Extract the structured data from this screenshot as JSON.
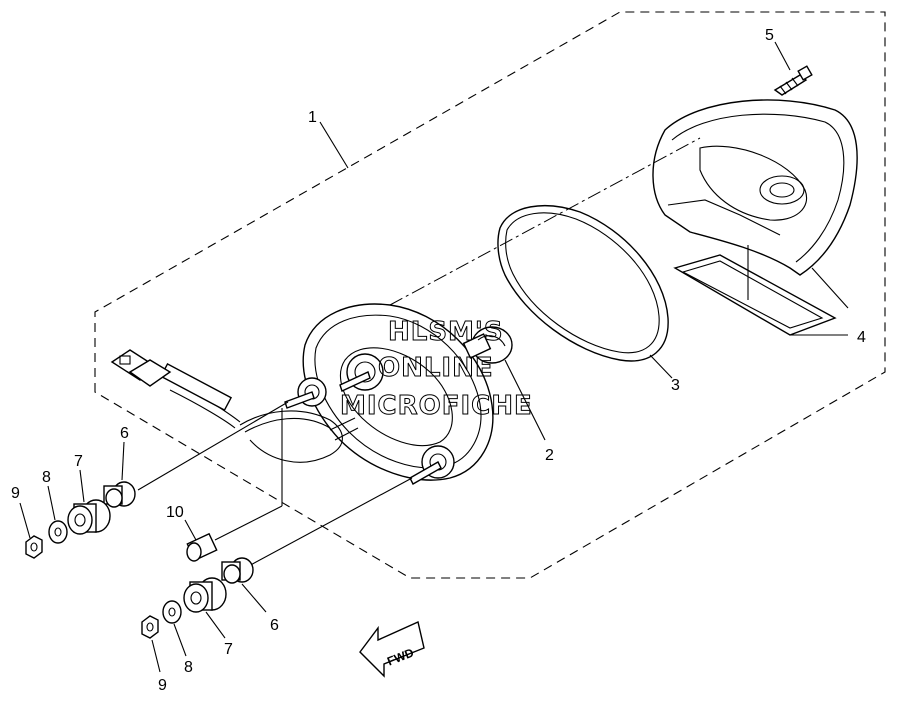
{
  "callouts": {
    "c1": "1",
    "c2": "2",
    "c3": "3",
    "c4": "4",
    "c5": "5",
    "c6a": "6",
    "c6b": "6",
    "c7a": "7",
    "c7b": "7",
    "c8a": "8",
    "c8b": "8",
    "c9a": "9",
    "c9b": "9",
    "c10": "10"
  },
  "watermark": {
    "line1": "HLSM'S",
    "line2": "ONLINE",
    "line3": "MICROFICHE"
  },
  "fwd_label": "FWD"
}
